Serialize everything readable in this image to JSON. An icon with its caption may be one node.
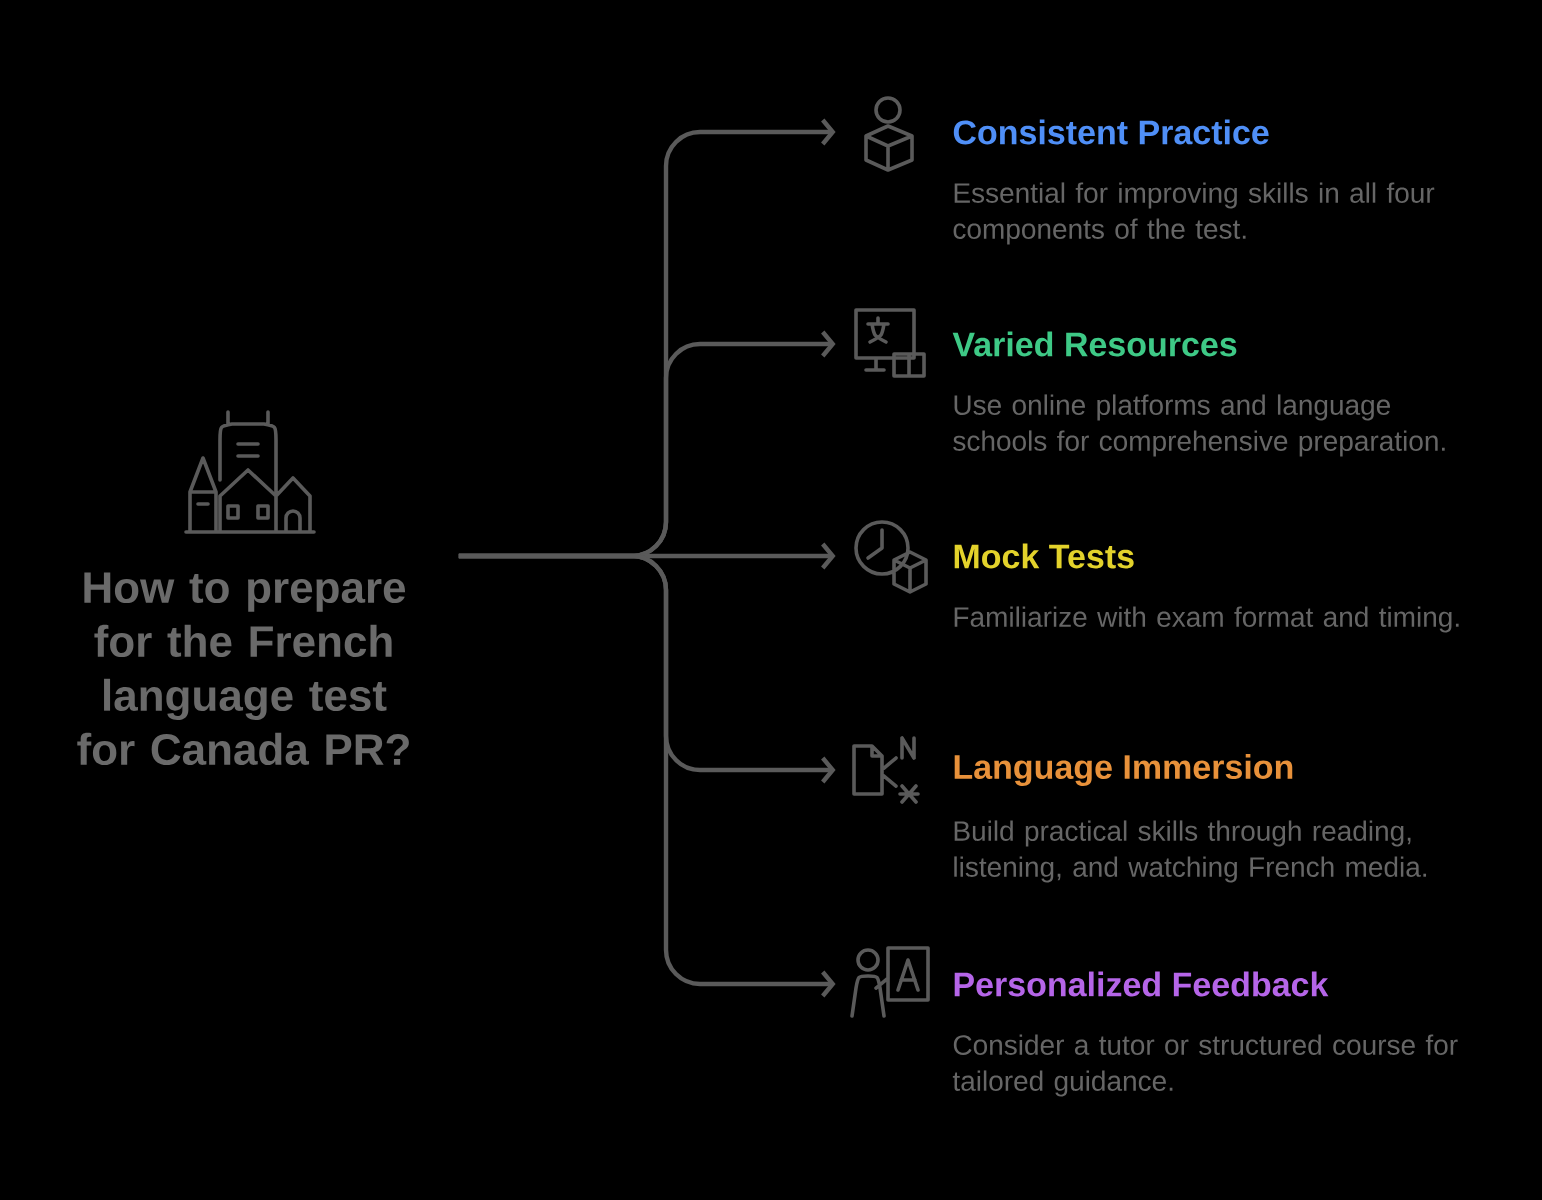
{
  "diagram": {
    "nodes": [
      {
        "text": [
          "How to prepare for the French language test for Canada PR?"
        ]
      },
      {
        "text": [
          "Consistent Practice",
          "Essential for improving skills in all four components of the test."
        ]
      },
      {
        "text": [
          "Varied Resources",
          "Use online platforms and language schools for comprehensive preparation."
        ]
      },
      {
        "text": [
          "Mock Tests",
          "Familiarize with exam format and timing."
        ]
      },
      {
        "text": [
          "Language Immersion",
          "Build practical skills through reading, listening, and watching French media."
        ]
      },
      {
        "text": [
          "Personalized Feedback",
          "Consider a tutor or structured course for tailored guidance."
        ]
      }
    ],
    "edges": [
      {
        "from": 0,
        "to": 1,
        "arrow": "to"
      },
      {
        "from": 0,
        "to": 2,
        "arrow": "to"
      },
      {
        "from": 0,
        "to": 3,
        "arrow": "to"
      },
      {
        "from": 0,
        "to": 4,
        "arrow": "to"
      },
      {
        "from": 0,
        "to": 5,
        "arrow": "to"
      }
    ]
  }
}
